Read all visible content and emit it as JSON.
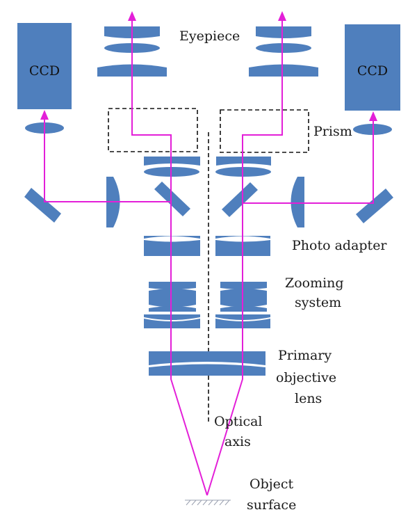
{
  "labels": {
    "ccd_left": "CCD",
    "ccd_right": "CCD",
    "eyepiece": "Eyepiece",
    "prism": "Prism",
    "photo_adapter": "Photo adapter",
    "zooming_line1": "Zooming",
    "zooming_line2": "system",
    "primary_line1": "Primary",
    "primary_line2": "objective",
    "primary_line3": "lens",
    "optical_line1": "Optical",
    "optical_line2": "axis",
    "object_line1": "Object",
    "object_line2": "surface"
  },
  "colors": {
    "component": "#4f7fbd",
    "ray": "#e31fd8",
    "dash": "#111111",
    "background": "#ffffff"
  }
}
